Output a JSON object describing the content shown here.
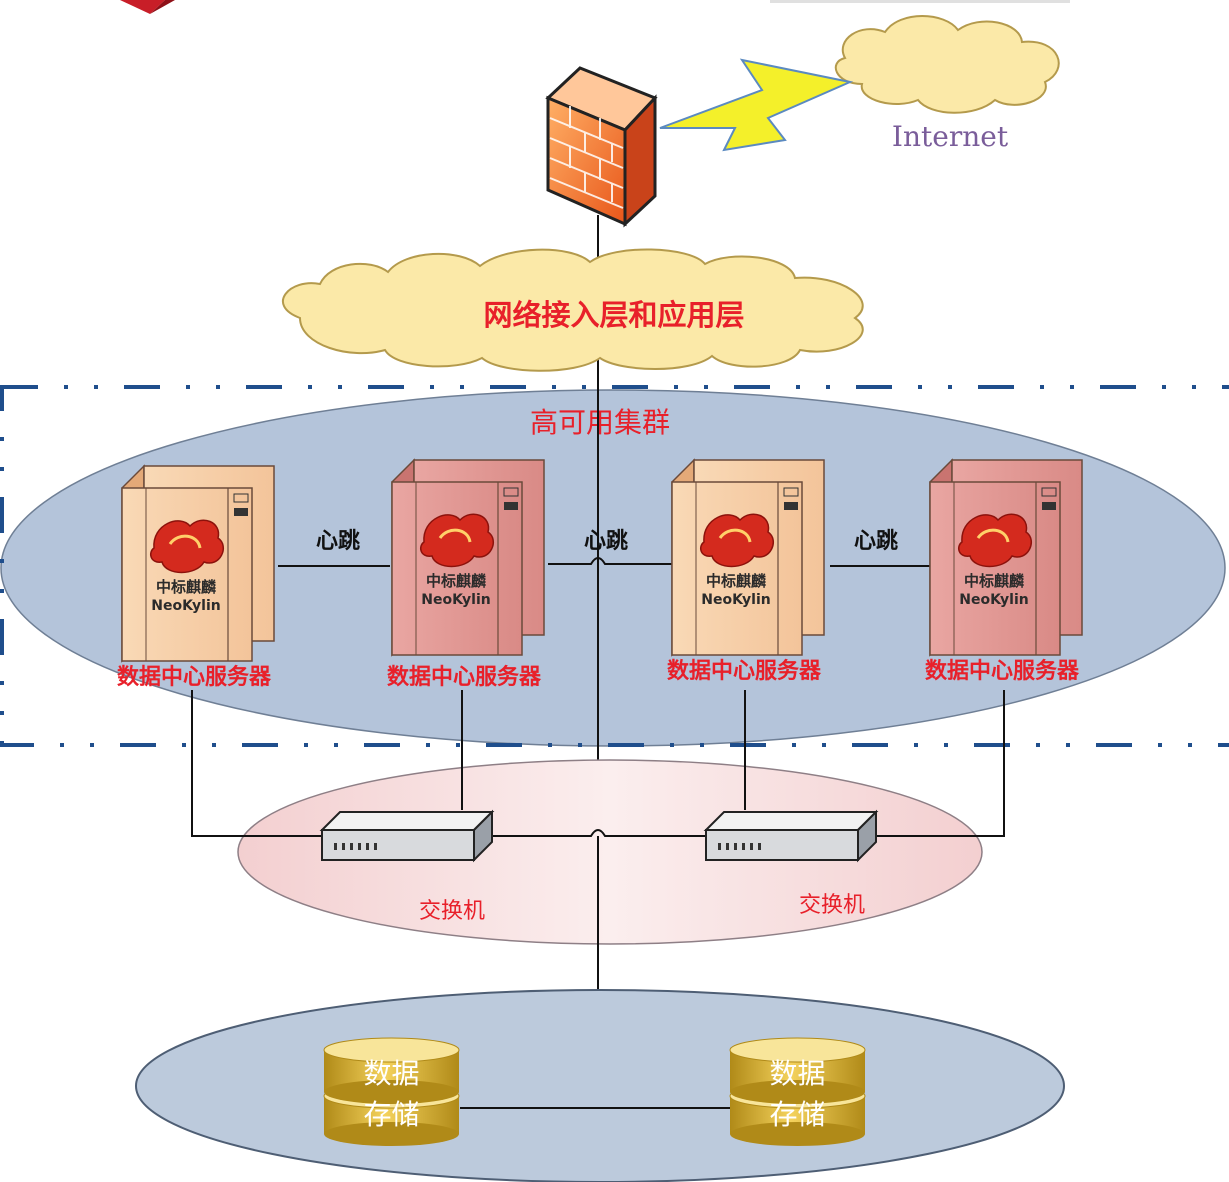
{
  "internet_label": "Internet",
  "access_layer_label": "网络接入层和应用层",
  "cluster": {
    "title": "高可用集群",
    "heartbeat_labels": [
      "心跳",
      "心跳",
      "心跳"
    ],
    "servers": [
      {
        "brand_cn": "中标麒麟",
        "brand_en": "NeoKylin",
        "caption": "数据中心服务器",
        "tone": "light"
      },
      {
        "brand_cn": "中标麒麟",
        "brand_en": "NeoKylin",
        "caption": "数据中心服务器",
        "tone": "dark"
      },
      {
        "brand_cn": "中标麒麟",
        "brand_en": "NeoKylin",
        "caption": "数据中心服务器",
        "tone": "light"
      },
      {
        "brand_cn": "中标麒麟",
        "brand_en": "NeoKylin",
        "caption": "数据中心服务器",
        "tone": "dark"
      }
    ]
  },
  "switches": [
    {
      "label": "交换机"
    },
    {
      "label": "交换机"
    }
  ],
  "storage": [
    {
      "top_label": "数据",
      "bottom_label": "存储"
    },
    {
      "top_label": "数据",
      "bottom_label": "存储"
    }
  ],
  "colors": {
    "cluster_fill": "#b4c4da",
    "switch_zone_fill": "#f4d8d8",
    "storage_zone_fill": "#bccadc",
    "cloud_fill": "#fbe9a8",
    "red_text": "#e8202a",
    "dashed_border": "#1f4e8c",
    "internet_text": "#7a5d9a"
  }
}
